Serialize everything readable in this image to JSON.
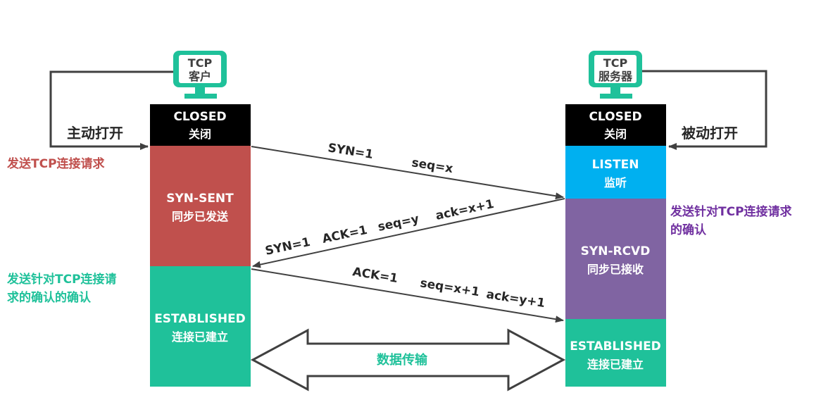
{
  "client": {
    "computer_label_line1": "TCP",
    "computer_label_line2": "客户",
    "loop_label": "主动打开",
    "states": [
      {
        "line1": "CLOSED",
        "line2": "关闭",
        "color": "#000000"
      },
      {
        "line1": "SYN-SENT",
        "line2": "同步已发送",
        "color": "#c0504d"
      },
      {
        "line1": "ESTABLISHED",
        "line2": "连接已建立",
        "color": "#1fc19a"
      }
    ],
    "note_send": "发送TCP连接请求",
    "note_confirm_line1": "发送针对TCP连接请",
    "note_confirm_line2": "求的确认的确认"
  },
  "server": {
    "computer_label_line1": "TCP",
    "computer_label_line2": "服务器",
    "loop_label": "被动打开",
    "states": [
      {
        "line1": "CLOSED",
        "line2": "关闭",
        "color": "#000000"
      },
      {
        "line1": "LISTEN",
        "line2": "监听",
        "color": "#00b0f0"
      },
      {
        "line1": "SYN-RCVD",
        "line2": "同步已接收",
        "color": "#8064a2"
      },
      {
        "line1": "ESTABLISHED",
        "line2": "连接已建立",
        "color": "#1fc19a"
      }
    ],
    "note_confirm_line1": "发送针对TCP连接请求",
    "note_confirm_line2": "的确认"
  },
  "messages": {
    "msg1": {
      "syn": "SYN=1",
      "seq": "seq=x"
    },
    "msg2": {
      "syn": "SYN=1",
      "ack_flag": "ACK=1",
      "seq": "seq=y",
      "ack": "ack=x+1"
    },
    "msg3": {
      "ack_flag": "ACK=1",
      "seq": "seq=x+1",
      "ack": "ack=y+1"
    }
  },
  "data_transfer_label": "数据传输",
  "colors": {
    "client_note": "#c0504d",
    "server_note": "#7030a0",
    "confirm_note": "#1fc19a",
    "computer": "#1fc19a",
    "loop_line": "#404040",
    "text": "#262626"
  }
}
